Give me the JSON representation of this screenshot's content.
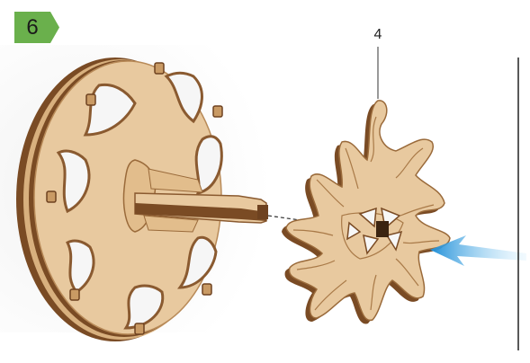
{
  "step": {
    "number": "6"
  },
  "callouts": [
    {
      "label": "4"
    }
  ],
  "colors": {
    "wood_face": "#e8c99f",
    "wood_edge": "#7a4b24",
    "wood_grain": "#c99a64",
    "step_badge": "#6ab04c",
    "insert_arrow": "#3fa9e6",
    "guide_line": "#222222"
  },
  "parts": [
    {
      "name": "wheel-disc",
      "kind": "wooden wheel with sunburst cutouts"
    },
    {
      "name": "axle",
      "kind": "wooden axle"
    },
    {
      "name": "star-gear",
      "kind": "sun-shaped gear part 4"
    }
  ]
}
